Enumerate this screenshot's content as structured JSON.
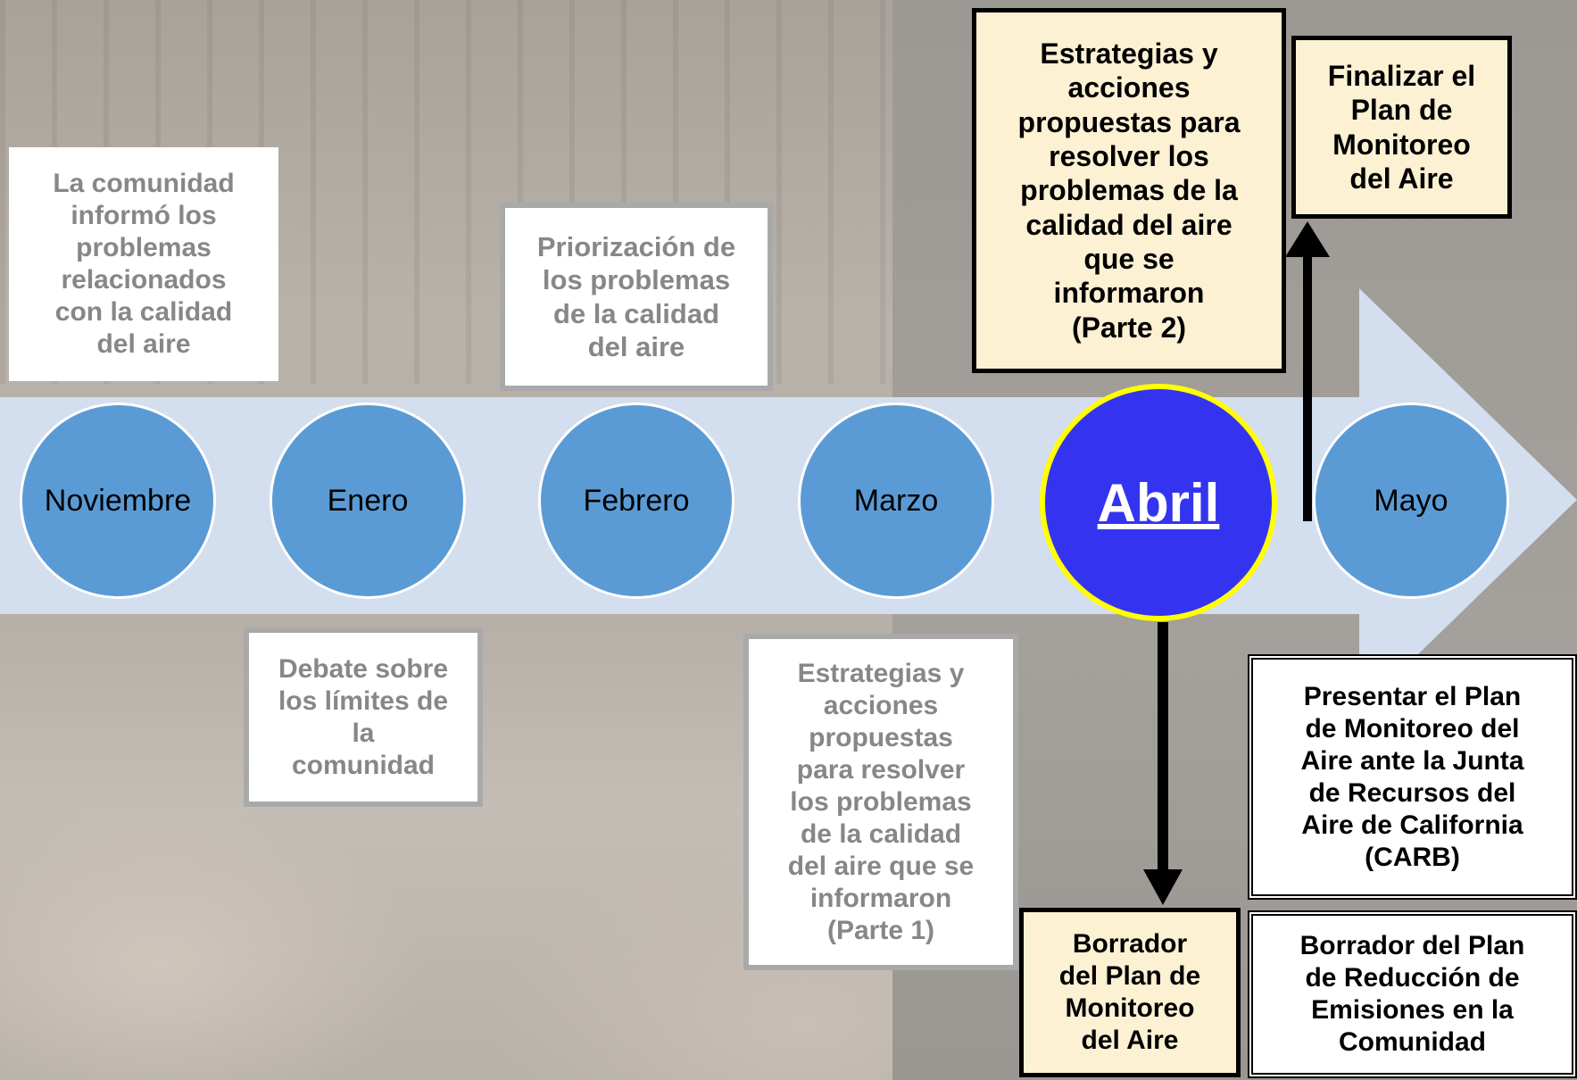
{
  "colors": {
    "arrow_fill": "#d3deef",
    "circle_fill": "#5b9bd5",
    "active_fill": "#3434f0",
    "active_ring": "#ffff00",
    "note_fill": "#fdf1d3",
    "past_text": "#878787"
  },
  "months": [
    {
      "label": "Noviembre",
      "active": false
    },
    {
      "label": "Enero",
      "active": false
    },
    {
      "label": "Febrero",
      "active": false
    },
    {
      "label": "Marzo",
      "active": false
    },
    {
      "label": "Abril",
      "active": true
    },
    {
      "label": "Mayo",
      "active": false
    }
  ],
  "milestones": {
    "comunidad_informo": [
      "La comunidad",
      "informó los",
      "problemas",
      "relacionados",
      "con la calidad",
      "del aire"
    ],
    "priorizacion": [
      "Priorización de",
      "los problemas",
      "de la calidad",
      "del aire"
    ],
    "debate_limites": [
      "Debate sobre",
      "los límites de",
      "la",
      "comunidad"
    ],
    "estrategias_parte1": [
      "Estrategias y",
      "acciones",
      "propuestas",
      "para resolver",
      "los problemas",
      "de la calidad",
      "del aire que se",
      "informaron",
      "(Parte 1)"
    ],
    "estrategias_parte2": [
      "Estrategias y",
      "acciones",
      "propuestas para",
      "resolver los",
      "problemas de la",
      "calidad del aire",
      "que se",
      "informaron",
      "(Parte 2)"
    ],
    "finalizar_plan": [
      "Finalizar el",
      "Plan de",
      "Monitoreo",
      "del Aire"
    ],
    "borrador_monitoreo": [
      "Borrador",
      "del Plan de",
      "Monitoreo",
      "del Aire"
    ],
    "presentar_plan": [
      "Presentar el Plan",
      "de Monitoreo del",
      "Aire ante la Junta",
      "de Recursos del",
      "Aire de California",
      "(CARB)"
    ],
    "borrador_reduccion": [
      "Borrador del Plan",
      "de Reducción de",
      "Emisiones en la",
      "Comunidad"
    ]
  }
}
